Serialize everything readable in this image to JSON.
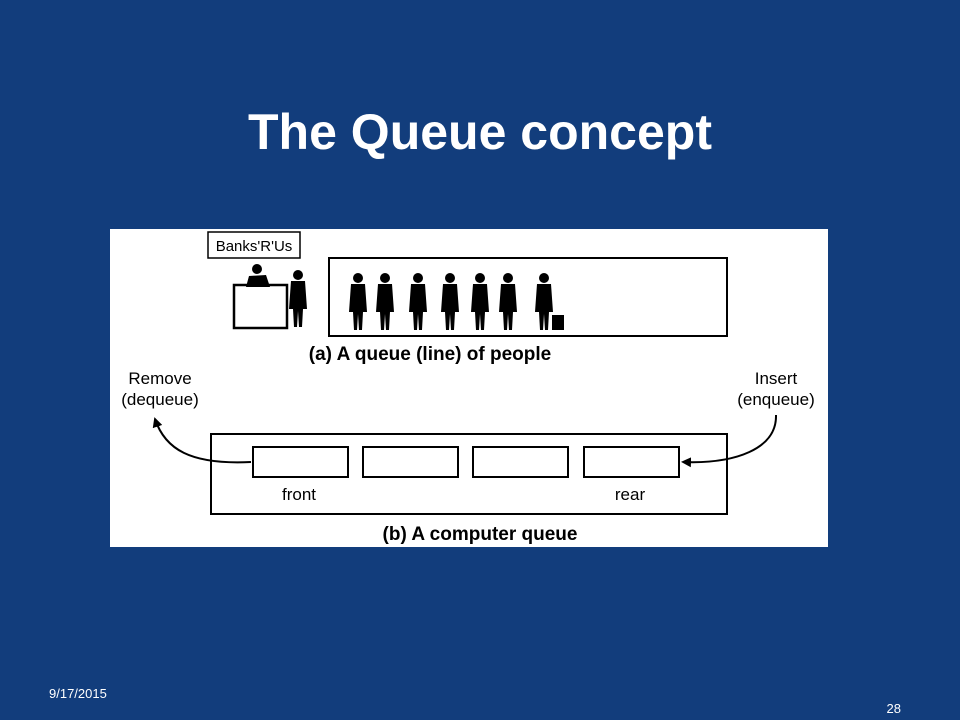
{
  "slide": {
    "title": "The Queue concept",
    "date": "9/17/2015",
    "page_number": "28"
  },
  "figure": {
    "bank_sign": "Banks'R'Us",
    "caption_a": "(a) A queue (line) of people",
    "remove_label": "Remove",
    "dequeue_label": "(dequeue)",
    "insert_label": "Insert",
    "enqueue_label": "(enqueue)",
    "front_label": "front",
    "rear_label": "rear",
    "caption_b": "(b) A computer queue"
  }
}
